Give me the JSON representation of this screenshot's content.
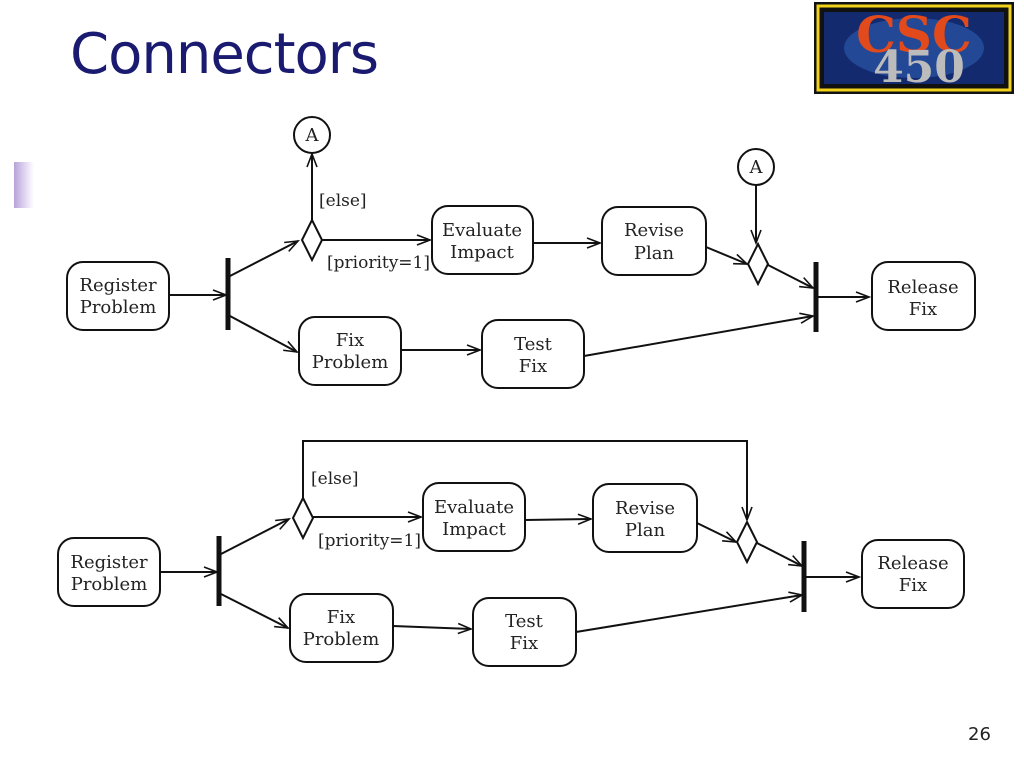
{
  "title": "Connectors",
  "page_number": "26",
  "logo": {
    "line1": "CSC",
    "line2": "450"
  },
  "colors": {
    "title": "#1a1a70",
    "stroke": "#111111",
    "logo_blue": "#142a6e",
    "logo_orange": "#e24a1c",
    "logo_yellow": "#f2d21a"
  },
  "diagram_top": {
    "register": {
      "line1": "Register",
      "line2": "Problem"
    },
    "evaluate": {
      "line1": "Evaluate",
      "line2": "Impact"
    },
    "revise": {
      "line1": "Revise",
      "line2": "Plan"
    },
    "fix": {
      "line1": "Fix",
      "line2": "Problem"
    },
    "test": {
      "line1": "Test",
      "line2": "Fix"
    },
    "release": {
      "line1": "Release",
      "line2": "Fix"
    },
    "connector_out": "A",
    "connector_in": "A",
    "guard_else": "[else]",
    "guard_priority": "[priority=1]"
  },
  "diagram_bottom": {
    "register": {
      "line1": "Register",
      "line2": "Problem"
    },
    "evaluate": {
      "line1": "Evaluate",
      "line2": "Impact"
    },
    "revise": {
      "line1": "Revise",
      "line2": "Plan"
    },
    "fix": {
      "line1": "Fix",
      "line2": "Problem"
    },
    "test": {
      "line1": "Test",
      "line2": "Fix"
    },
    "release": {
      "line1": "Release",
      "line2": "Fix"
    },
    "guard_else": "[else]",
    "guard_priority": "[priority=1]"
  }
}
